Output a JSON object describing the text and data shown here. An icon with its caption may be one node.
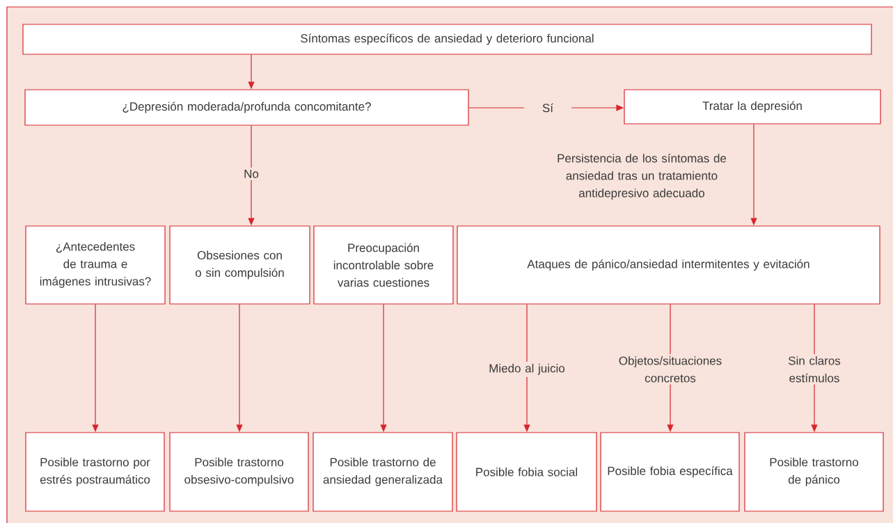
{
  "diagram": {
    "nodes": [
      {
        "text": [
          "Síntomas específicos de ansiedad y deterioro funcional"
        ]
      },
      {
        "text": [
          "¿Depresión moderada/profunda concomitante?"
        ]
      },
      {
        "text": [
          "Tratar la depresión"
        ]
      },
      {
        "text": [
          "¿Antecedentes de trauma e imágenes intrusivas?"
        ]
      },
      {
        "text": [
          "Obsesiones con o sin compulsión"
        ]
      },
      {
        "text": [
          "Preocupación incontrolable sobre varias cuestiones"
        ]
      },
      {
        "text": [
          "Ataques de pánico/ansiedad intermitentes y evitación"
        ]
      },
      {
        "text": [
          "Posible trastorno por estrés postraumático"
        ]
      },
      {
        "text": [
          "Posible trastorno obsesivo-compulsivo"
        ]
      },
      {
        "text": [
          "Posible trastorno de ansiedad generalizada"
        ]
      },
      {
        "text": [
          "Posible fobia social"
        ]
      },
      {
        "text": [
          "Posible fobia específica"
        ]
      },
      {
        "text": [
          "Posible trastorno de pánico"
        ]
      }
    ],
    "edges": [
      {
        "from": 0,
        "to": 1,
        "arrow": "to"
      },
      {
        "from": 1,
        "to": 2,
        "arrow": "to",
        "label": "Sí"
      },
      {
        "from": 1,
        "to": 4,
        "arrow": "to",
        "label": "No"
      },
      {
        "from": 2,
        "to": 6,
        "arrow": "to",
        "label": "Persistencia de los síntomas de ansiedad tras un tratamiento antidepresivo adecuado"
      },
      {
        "from": 3,
        "to": 7,
        "arrow": "to"
      },
      {
        "from": 4,
        "to": 8,
        "arrow": "to"
      },
      {
        "from": 5,
        "to": 9,
        "arrow": "to"
      },
      {
        "from": 6,
        "to": 10,
        "arrow": "to",
        "label": "Miedo al juicio"
      },
      {
        "from": 6,
        "to": 11,
        "arrow": "to",
        "label": "Objetos/situaciones concretos"
      },
      {
        "from": 6,
        "to": 12,
        "arrow": "to",
        "label": "Sin claros estímulos"
      }
    ]
  }
}
